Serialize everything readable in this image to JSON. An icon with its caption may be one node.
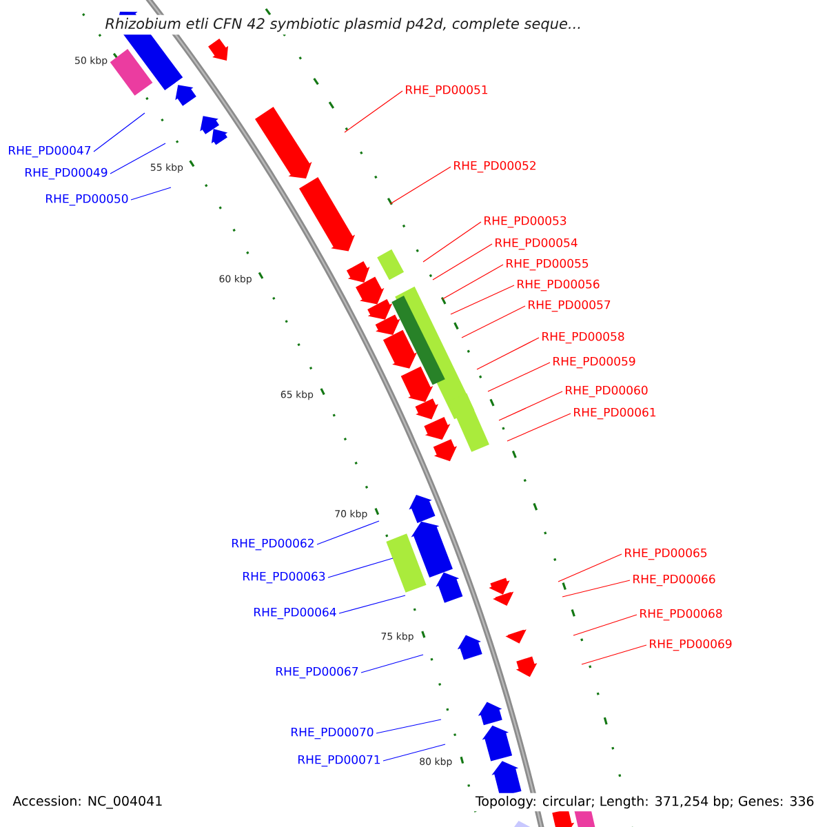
{
  "diagram": {
    "title": "Rhizobium etli CFN 42 symbiotic plasmid p42d, complete seque...",
    "nodes": [
      {
        "text": [
          "RHE_PD00051"
        ]
      },
      {
        "text": [
          "RHE_PD00047"
        ]
      },
      {
        "text": [
          "RHE_PD00052"
        ]
      },
      {
        "text": [
          "RHE_PD00049"
        ]
      },
      {
        "text": [
          "RHE_PD00050"
        ]
      },
      {
        "text": [
          "RHE_PD00053"
        ]
      },
      {
        "text": [
          "RHE_PD00054"
        ]
      },
      {
        "text": [
          "RHE_PD00055"
        ]
      },
      {
        "text": [
          "RHE_PD00056"
        ]
      },
      {
        "text": [
          "RHE_PD00057"
        ]
      },
      {
        "text": [
          "RHE_PD00058"
        ]
      },
      {
        "text": [
          "RHE_PD00059"
        ]
      },
      {
        "text": [
          "RHE_PD00060"
        ]
      },
      {
        "text": [
          "RHE_PD00061"
        ]
      },
      {
        "text": [
          "RHE_PD00062"
        ]
      },
      {
        "text": [
          "RHE_PD00065"
        ]
      },
      {
        "text": [
          "RHE_PD00063"
        ]
      },
      {
        "text": [
          "RHE_PD00066"
        ]
      },
      {
        "text": [
          "RHE_PD00064"
        ]
      },
      {
        "text": [
          "RHE_PD00068"
        ]
      },
      {
        "text": [
          "RHE_PD00069"
        ]
      },
      {
        "text": [
          "RHE_PD00067"
        ]
      },
      {
        "text": [
          "RHE_PD00070"
        ]
      },
      {
        "text": [
          "RHE_PD00071"
        ]
      }
    ],
    "edges": [
      {
        "from": 0,
        "to": null,
        "arrow": "none"
      },
      {
        "from": 1,
        "to": null,
        "arrow": "none",
        "color": "#0000ff"
      },
      {
        "from": 2,
        "to": null,
        "arrow": "none"
      },
      {
        "from": 3,
        "to": null,
        "arrow": "none",
        "color": "#0000ff"
      },
      {
        "from": 4,
        "to": null,
        "arrow": "none",
        "color": "#0000ff"
      },
      {
        "from": 5,
        "to": null,
        "arrow": "none"
      },
      {
        "from": 6,
        "to": null,
        "arrow": "none"
      },
      {
        "from": 7,
        "to": null,
        "arrow": "none"
      },
      {
        "from": 8,
        "to": null,
        "arrow": "none"
      },
      {
        "from": 9,
        "to": null,
        "arrow": "none"
      },
      {
        "from": 10,
        "to": null,
        "arrow": "none"
      },
      {
        "from": 11,
        "to": null,
        "arrow": "none"
      },
      {
        "from": 12,
        "to": null,
        "arrow": "none"
      },
      {
        "from": 13,
        "to": null,
        "arrow": "none"
      },
      {
        "from": 14,
        "to": null,
        "arrow": "none",
        "color": "#0000ff"
      },
      {
        "from": 15,
        "to": null,
        "arrow": "none"
      },
      {
        "from": 16,
        "to": null,
        "arrow": "none",
        "color": "#0000ff"
      },
      {
        "from": 17,
        "to": null,
        "arrow": "none"
      },
      {
        "from": 18,
        "to": null,
        "arrow": "none",
        "color": "#0000ff"
      },
      {
        "from": 19,
        "to": null,
        "arrow": "none"
      },
      {
        "from": 20,
        "to": null,
        "arrow": "none"
      },
      {
        "from": 21,
        "to": null,
        "arrow": "none",
        "color": "#0000ff"
      },
      {
        "from": 22,
        "to": null,
        "arrow": "none",
        "color": "#0000ff"
      },
      {
        "from": 23,
        "to": null,
        "arrow": "none",
        "color": "#0000ff"
      }
    ],
    "labels": [
      "50 kbp",
      "55 kbp",
      "60 kbp",
      "65 kbp",
      "70 kbp",
      "75 kbp",
      "80 kbp",
      "Accession: NC_004041",
      "Topology: circular; Length: 371,254 bp; Genes: 336"
    ]
  }
}
